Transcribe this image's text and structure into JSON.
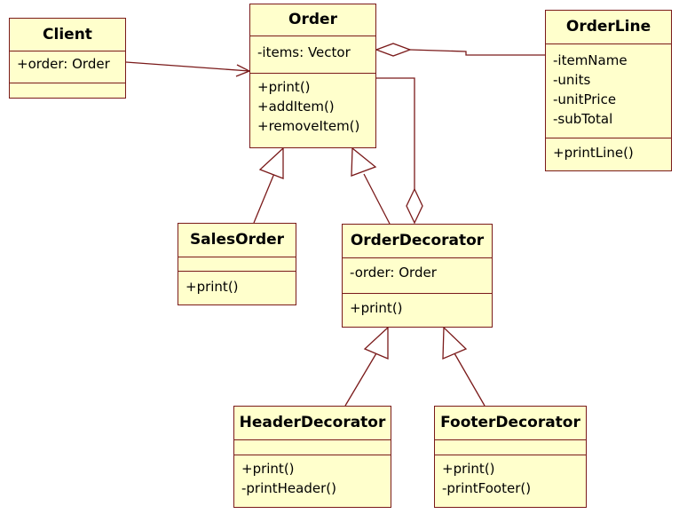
{
  "diagram": {
    "colors": {
      "border": "#7a1a1a",
      "fill": "#ffffcc",
      "text": "#000000"
    },
    "classes": {
      "client": {
        "name": "Client",
        "attributes": [
          "+order: Order"
        ],
        "operations": []
      },
      "order": {
        "name": "Order",
        "attributes": [
          "-items: Vector"
        ],
        "operations": [
          "+print()",
          "+addItem()",
          "+removeItem()"
        ]
      },
      "orderline": {
        "name": "OrderLine",
        "attributes": [
          "-itemName",
          "-units",
          "-unitPrice",
          "-subTotal"
        ],
        "operations": [
          "+printLine()"
        ]
      },
      "salesorder": {
        "name": "SalesOrder",
        "attributes": [],
        "operations": [
          "+print()"
        ]
      },
      "orderdecorator": {
        "name": "OrderDecorator",
        "attributes": [
          "-order: Order"
        ],
        "operations": [
          "+print()"
        ]
      },
      "headerdecorator": {
        "name": "HeaderDecorator",
        "attributes": [],
        "operations": [
          "+print()",
          "-printHeader()"
        ]
      },
      "footerdecorator": {
        "name": "FooterDecorator",
        "attributes": [],
        "operations": [
          "+print()",
          "-printFooter()"
        ]
      }
    },
    "relations": [
      {
        "kind": "association",
        "from": "Client",
        "to": "Order"
      },
      {
        "kind": "aggregation",
        "whole": "Order",
        "part": "OrderLine"
      },
      {
        "kind": "generalization",
        "child": "SalesOrder",
        "parent": "Order"
      },
      {
        "kind": "generalization",
        "child": "OrderDecorator",
        "parent": "Order"
      },
      {
        "kind": "aggregation",
        "whole": "OrderDecorator",
        "part": "Order"
      },
      {
        "kind": "generalization",
        "child": "HeaderDecorator",
        "parent": "OrderDecorator"
      },
      {
        "kind": "generalization",
        "child": "FooterDecorator",
        "parent": "OrderDecorator"
      }
    ]
  }
}
